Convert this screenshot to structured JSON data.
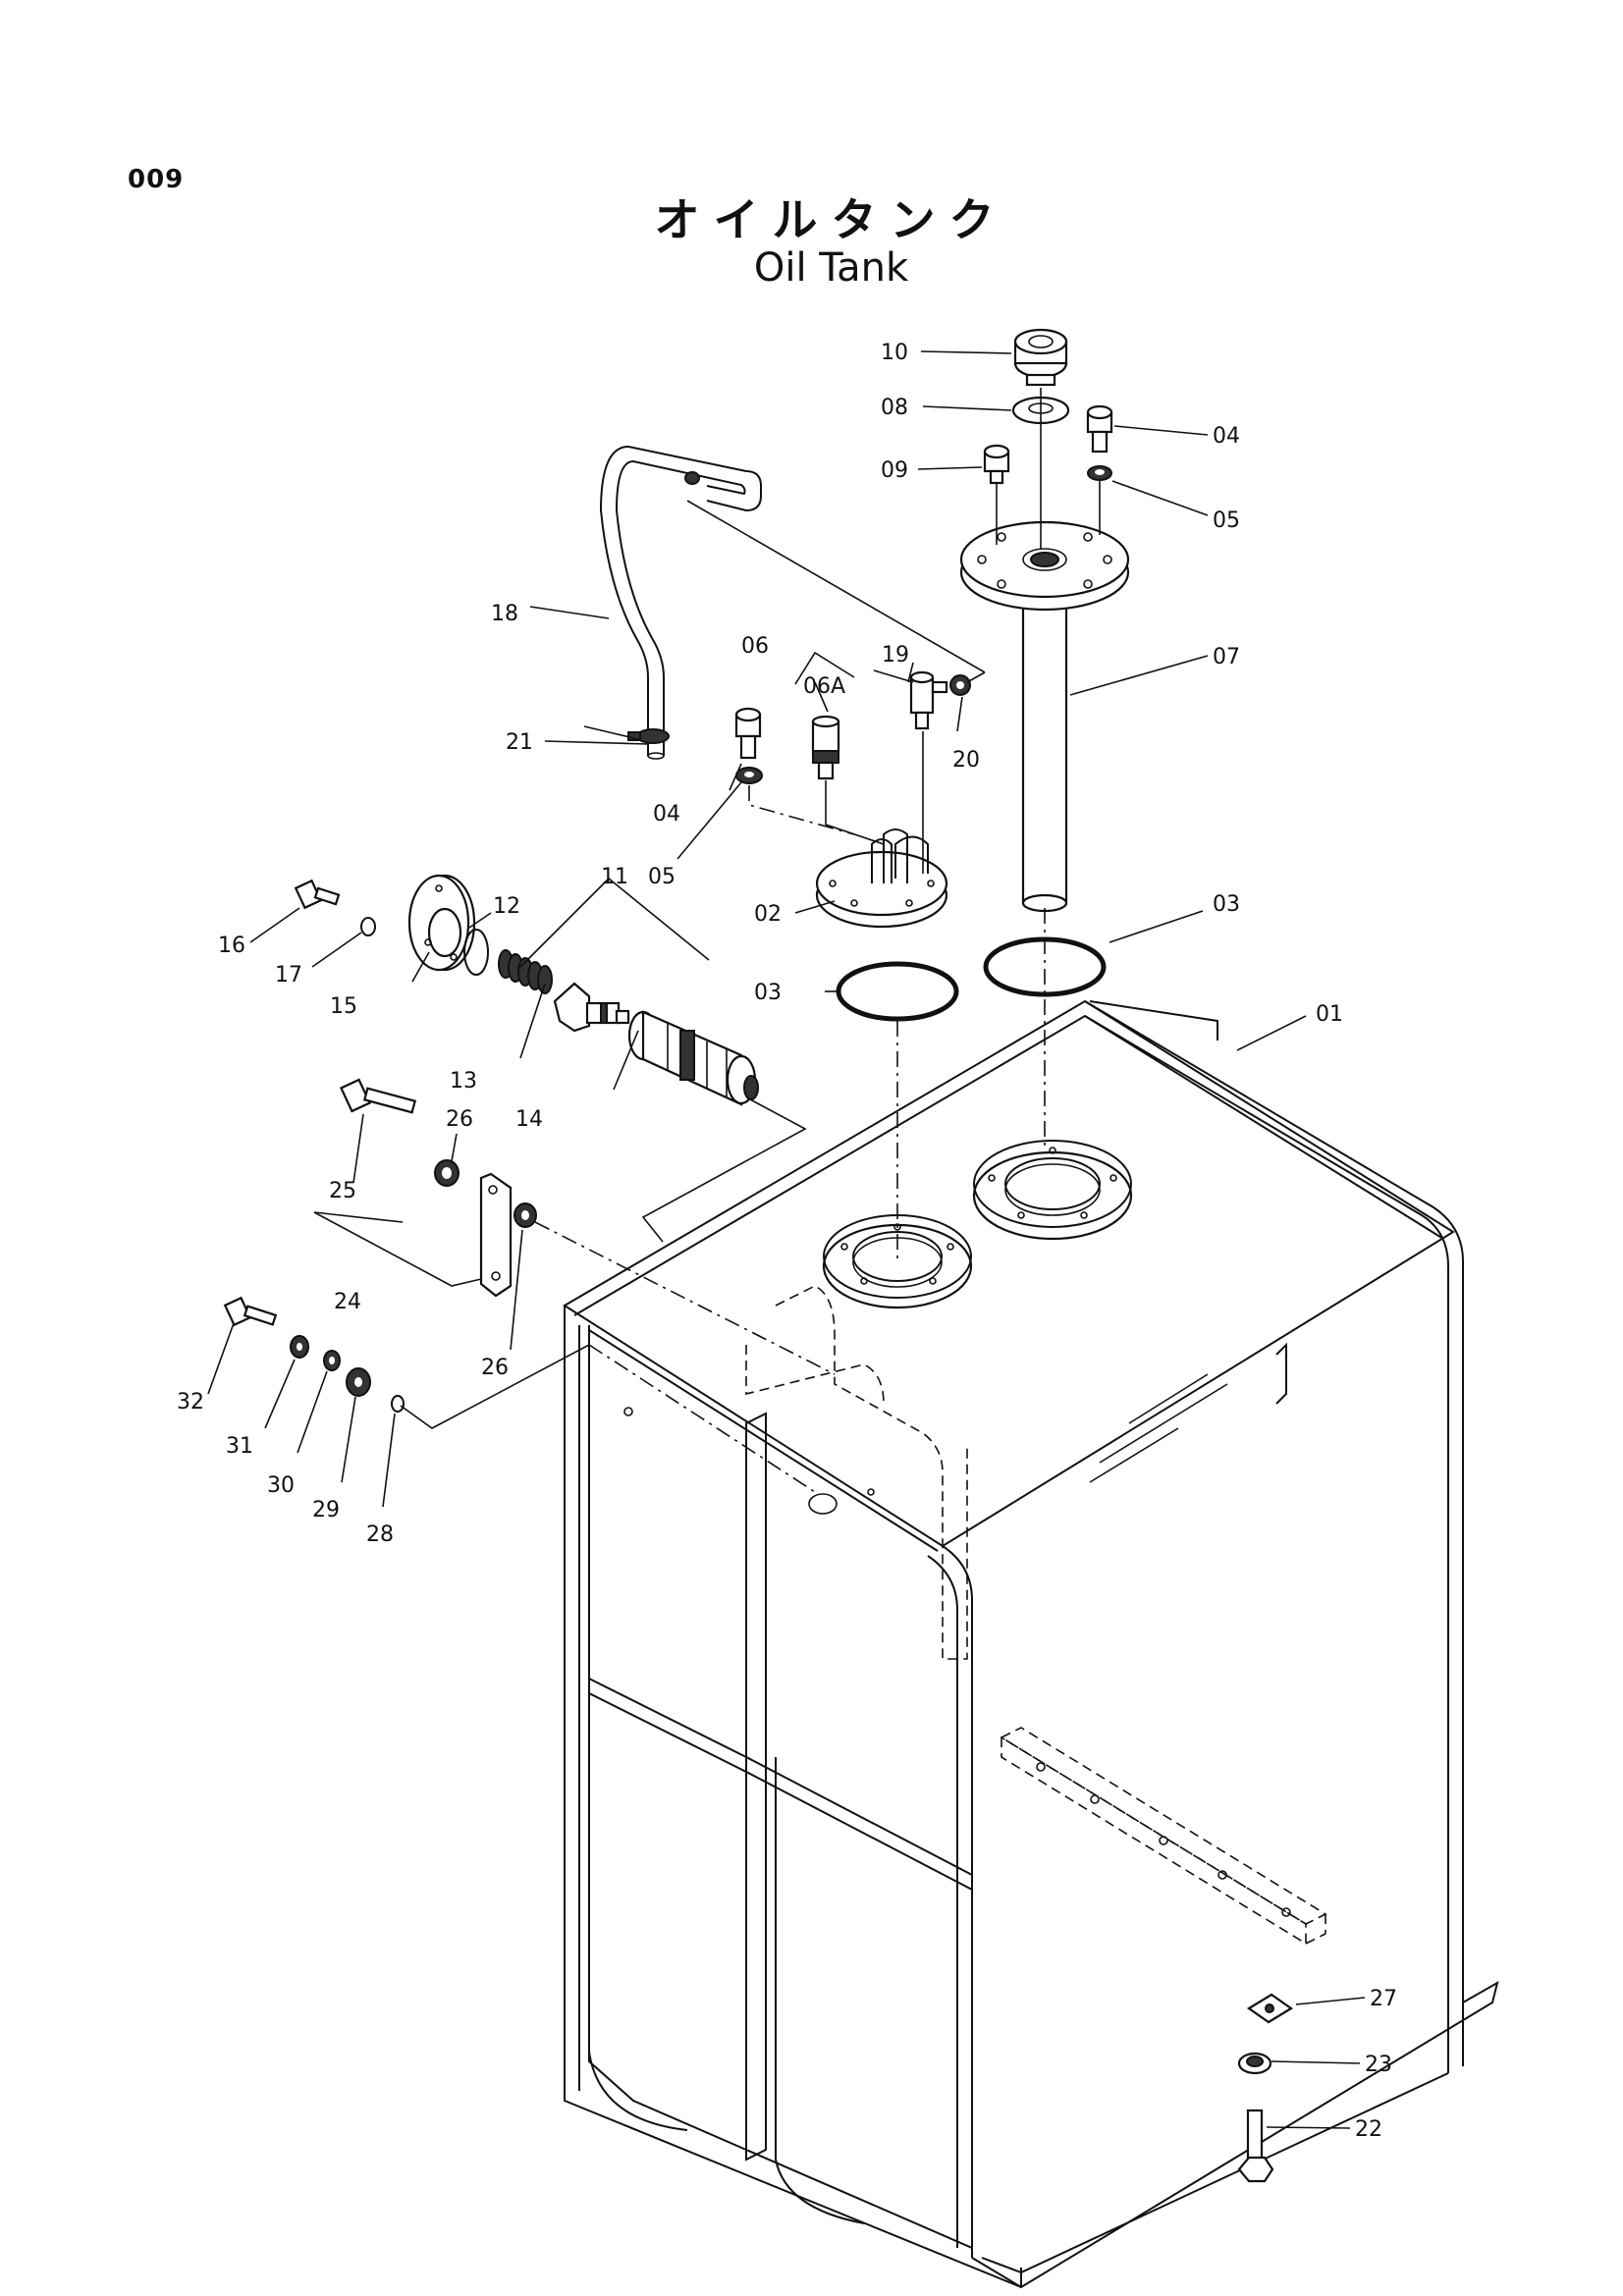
{
  "page_number": "009",
  "title_jp": "オイルタンク",
  "title_en": "Oil Tank",
  "callouts": {
    "c01": "01",
    "c02": "02",
    "c03a": "03",
    "c03b": "03",
    "c04a": "04",
    "c04b": "04",
    "c05a": "05",
    "c05b": "05",
    "c06": "06",
    "c06A": "06A",
    "c07": "07",
    "c08": "08",
    "c09": "09",
    "c10": "10",
    "c11": "11",
    "c12": "12",
    "c13": "13",
    "c14": "14",
    "c15": "15",
    "c16": "16",
    "c17": "17",
    "c18": "18",
    "c19": "19",
    "c20": "20",
    "c21": "21",
    "c22": "22",
    "c23": "23",
    "c24": "24",
    "c25": "25",
    "c26a": "26",
    "c26b": "26",
    "c27": "27",
    "c28": "28",
    "c29": "29",
    "c30": "30",
    "c31": "31",
    "c32": "32"
  }
}
